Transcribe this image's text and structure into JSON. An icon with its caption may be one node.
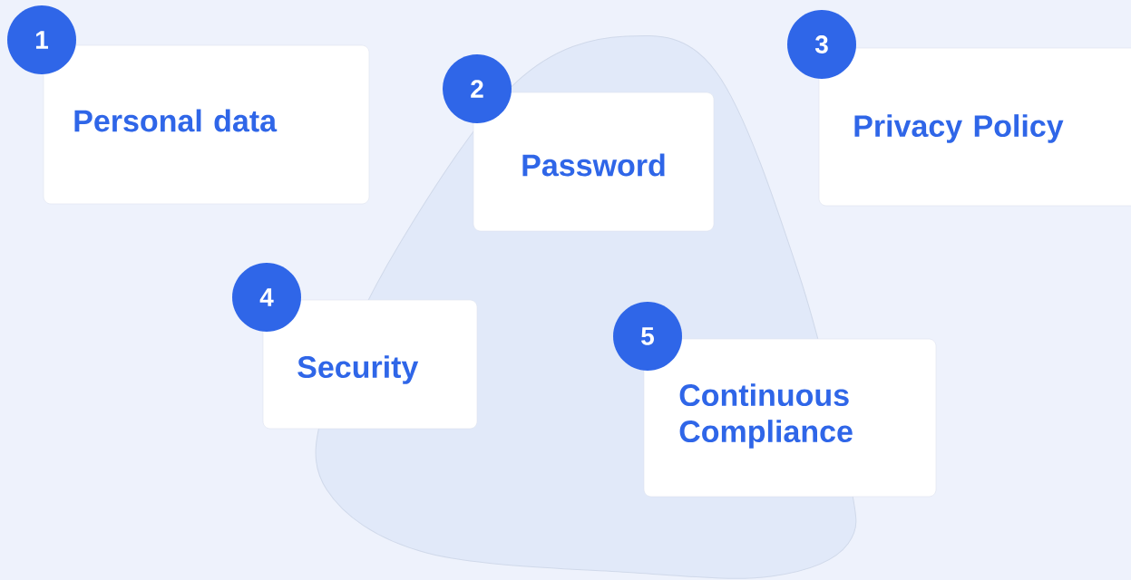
{
  "diagram": {
    "nodes": [
      {
        "text": [
          "1"
        ]
      },
      {
        "text": [
          "Personal data"
        ]
      },
      {
        "text": [
          "2"
        ]
      },
      {
        "text": [
          "Password"
        ]
      },
      {
        "text": [
          "3"
        ]
      },
      {
        "text": [
          "Privacy Policy"
        ]
      },
      {
        "text": [
          "4"
        ]
      },
      {
        "text": [
          "Security"
        ]
      },
      {
        "text": [
          "5"
        ]
      },
      {
        "text": [
          "Continuous Compliance"
        ]
      }
    ]
  }
}
